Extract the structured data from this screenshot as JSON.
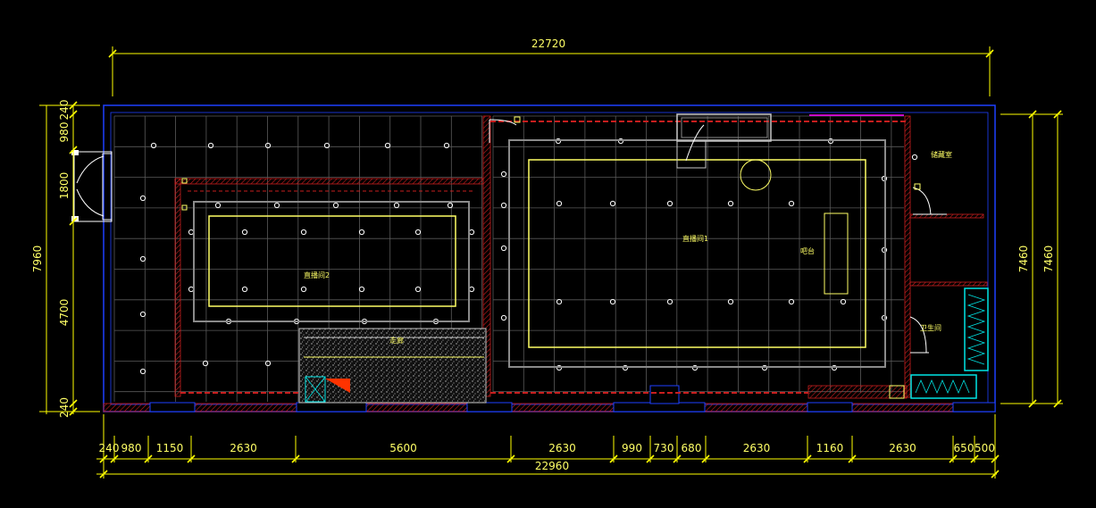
{
  "colors": {
    "background": "#000000",
    "dimension": "#ffff00",
    "wall_outline": "#1e40ff",
    "wall_hatch": "#c81e1e",
    "grid": "#8a8a8a",
    "ceiling_edge": "#ffff66",
    "fixture": "#ffffff",
    "door": "#ffffff",
    "cyan": "#00e5e5",
    "magenta": "#ff00ff"
  },
  "dimensions": {
    "top": {
      "total": "22720"
    },
    "bottom": {
      "segments": [
        "240",
        "980",
        "1150",
        "2630",
        "5600",
        "2630",
        "990",
        "730",
        "680",
        "2630",
        "1160",
        "2630",
        "650",
        "500"
      ],
      "total": "22960"
    },
    "left": {
      "segments": [
        "240",
        "980",
        "1800",
        "4700",
        "240"
      ],
      "total": "7960"
    },
    "right": {
      "inner": "7460",
      "outer": "7460"
    }
  },
  "rooms": {
    "live_room_2": "直播间2",
    "live_room_1": "直播间1",
    "counter": "吧台",
    "storage": "储藏室",
    "corridor": "走廊",
    "restroom": "卫生间"
  },
  "icons": [
    "downlight-icon",
    "door-swing-icon",
    "column-icon"
  ]
}
